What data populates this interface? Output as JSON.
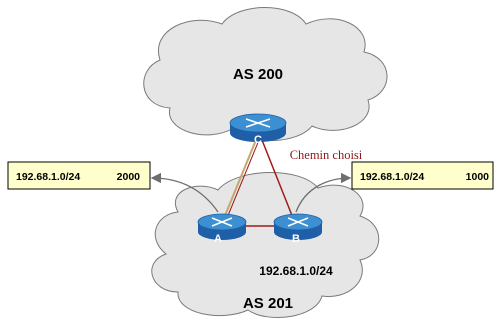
{
  "clouds": {
    "top": {
      "label": "AS 200"
    },
    "bottom": {
      "label": "AS 201"
    }
  },
  "routers": [
    {
      "id": "C",
      "label": "C"
    },
    {
      "id": "A",
      "label": "A"
    },
    {
      "id": "B",
      "label": "B"
    }
  ],
  "path_label": "Chemin choisi",
  "prefix_label": "192.68.1.0/24",
  "boxes": {
    "left": {
      "prefix": "192.68.1.0/24",
      "value": "2000"
    },
    "right": {
      "prefix": "192.68.1.0/24",
      "value": "1000"
    }
  },
  "colors": {
    "cloud_fill": "#e6e6e6",
    "cloud_stroke": "#7a7a7a",
    "router_top": "#3c8fd0",
    "router_side": "#1f5fa8",
    "box_fill": "#ffffcc",
    "link_red": "#9e1b1b",
    "link_tan": "#c8a770",
    "path_label": "#8b1a1a"
  }
}
